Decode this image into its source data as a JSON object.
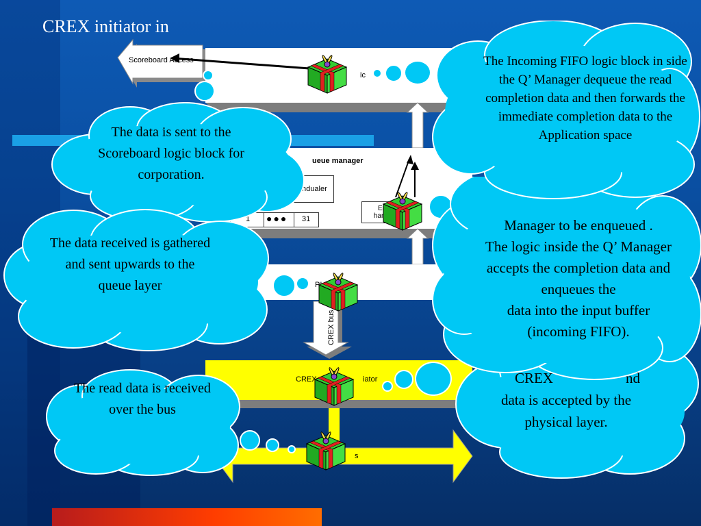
{
  "title": "CREX initiator in",
  "labels": {
    "scoreboard_access": "Scoreboard Access",
    "logic_fragment": "ic",
    "queue_manager": "ueue manager",
    "scheduler": "Schdualer",
    "buffer_first": "1",
    "buffer_last": "31",
    "error_handler": "Er\nhand",
    "pl_fragment": "PI",
    "crex_bus_vertical": "CREX bus",
    "crex_initiator": "CREX",
    "initiator_suffix": "iator",
    "bus_suffix": "s"
  },
  "clouds": {
    "scoreboard": "The data is sent to the Scoreboard logic block for corporation.",
    "gathered": "The data received is gathered and sent upwards to the queue layer",
    "read_data": "The read data is received over the bus",
    "incoming_fifo": "The Incoming FIFO logic block in side the Q’ Manager dequeue the read\n completion data and then forwards the immediate completion data to the\n Application space",
    "enqueue": "Manager to be enqueued .\n The logic inside the Q’ Manager accepts the completion data and enqueues the\n data into the input buffer (incoming FIFO).",
    "physical": "data is accepted by the physical layer.",
    "physical_top": "CREX",
    "physical_top_right": "nd"
  },
  "colors": {
    "cloud": "#00c8f5",
    "yellow": "#ffff00",
    "gift_green": "#22bb22",
    "gift_red": "#e02020"
  }
}
